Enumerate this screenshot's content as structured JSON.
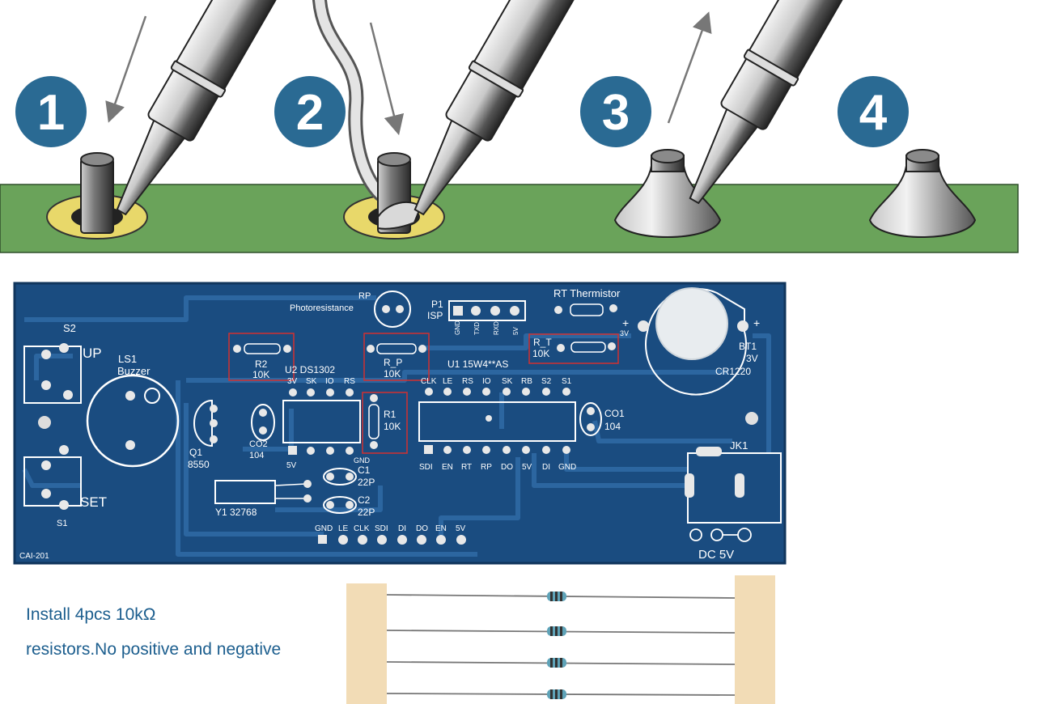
{
  "steps": {
    "numbers": [
      "1",
      "2",
      "3",
      "4"
    ],
    "colors": {
      "badge": "#2a6a93",
      "board": "#6aa35a",
      "pad": "#e8d86a"
    }
  },
  "pcb": {
    "board_id": "CAI-201",
    "labels": {
      "s2": "S2",
      "up": "UP",
      "ls1": "LS1",
      "buzzer": "Buzzer",
      "set": "SET",
      "s1": "S1",
      "r2": "R2",
      "r2_val": "10K",
      "rp": "RP",
      "photo": "Photoresistance",
      "r_p": "R_P",
      "r_p_val": "10K",
      "p1": "P1",
      "isp": "ISP",
      "isp_pins": [
        "GND",
        "TXD",
        "RXD",
        "5V"
      ],
      "rt": "RT Thermistor",
      "r_t": "R_T",
      "r_t_val": "10K",
      "u2": "U2 DS1302",
      "u2_top_pins": [
        "3V",
        "SK",
        "IO",
        "RS"
      ],
      "u1": "U1 15W4**AS",
      "u1_top_pins": [
        "CLK",
        "LE",
        "RS",
        "IO",
        "SK",
        "RB",
        "S2",
        "S1"
      ],
      "u1_bottom_pins": [
        "SDI",
        "EN",
        "RT",
        "RP",
        "DO",
        "5V",
        "DI",
        "GND"
      ],
      "r1": "R1",
      "r1_val": "10K",
      "co1": "CO1",
      "co1_val": "104",
      "co2": "CO2",
      "co2_val": "104",
      "q1": "Q1",
      "q1_val": "8550",
      "fivev": "5V",
      "gnd": "GND",
      "c1": "C1",
      "c1_val": "22P",
      "c2": "C2",
      "c2_val": "22P",
      "y1": "Y1 32768",
      "bottom_pins": [
        "GND",
        "LE",
        "CLK",
        "SDI",
        "DI",
        "DO",
        "EN",
        "5V"
      ],
      "bt1": "BT1",
      "bt1_v": "3V",
      "bt1_type": "CR1220",
      "plus": "+",
      "threev": "3V",
      "jk1": "JK1",
      "dc": "DC 5V"
    },
    "colors": {
      "board": "#1a4c80",
      "trace": "#2c66a0",
      "silk": "#ffffff",
      "highlight": "#d23030"
    }
  },
  "caption": {
    "line1": "Install 4pcs 10kΩ",
    "line2": "resistors.No positive and negative"
  }
}
